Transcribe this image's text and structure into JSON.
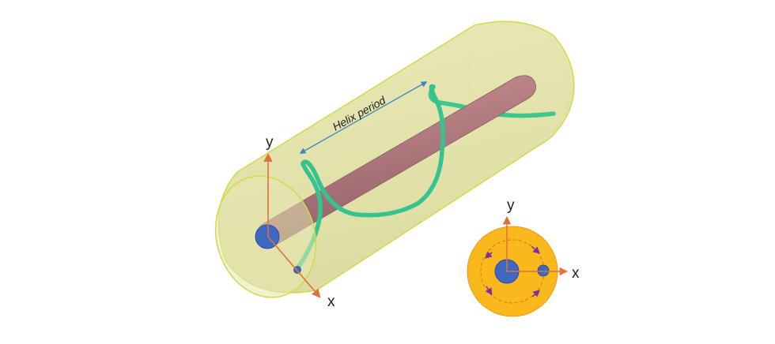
{
  "labels": {
    "helix_period": "Helix period",
    "main_y": "y",
    "main_x": "x",
    "inset_y": "y",
    "inset_x": "x"
  },
  "colors": {
    "cylinder_fill": "#e3e3a6",
    "cylinder_edge": "#d2d94a",
    "rod": "#b17a7e",
    "helix": "#35c48f",
    "core": "#3f68c2",
    "axis": "#e0713a",
    "period_arrow": "#3f82c6",
    "inset_fill": "#fbb81c",
    "inset_ring": "#e59a14",
    "rotation_arrows": "#7b2fa0"
  }
}
